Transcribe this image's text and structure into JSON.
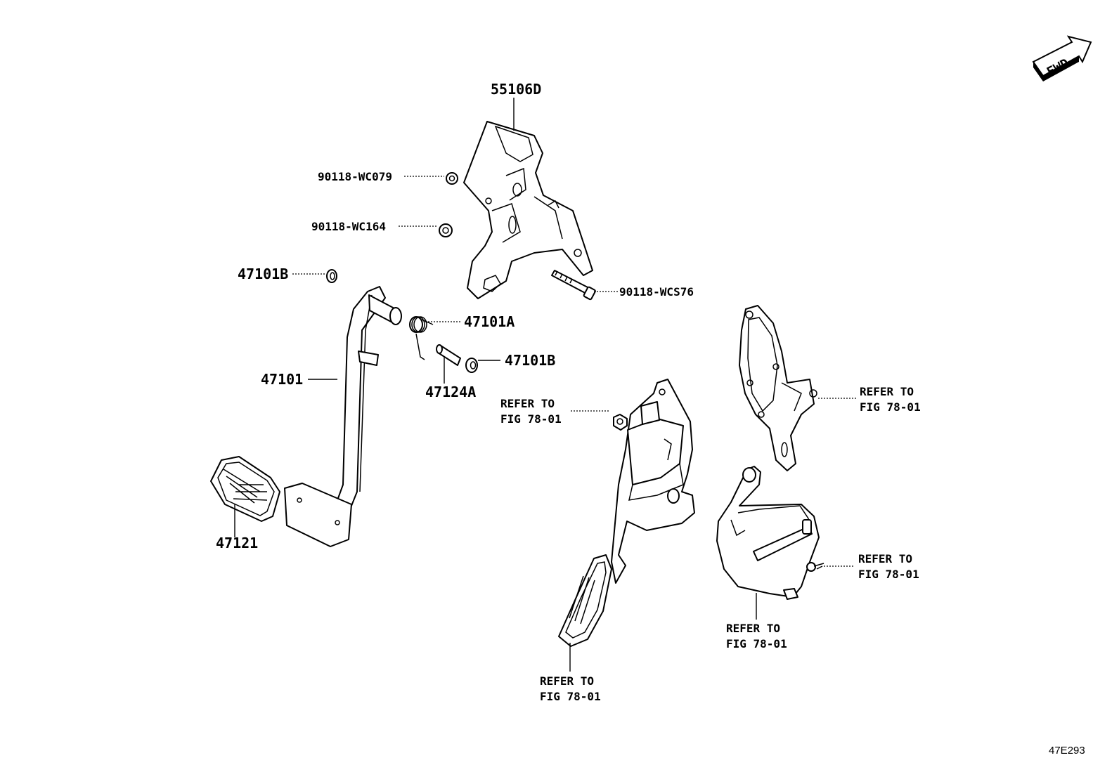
{
  "diagram": {
    "code": "47E293",
    "fwd_label": "FWD",
    "labels": {
      "l55106d": "55106D",
      "l90118_wc079": "90118-WC079",
      "l90118_wc164": "90118-WC164",
      "l47101b_top": "47101B",
      "l90118_wcs76": "90118-WCS76",
      "l47101a": "47101A",
      "l47101b_mid": "47101B",
      "l47101": "47101",
      "l47124a": "47124A",
      "l47121": "47121"
    },
    "refs": [
      {
        "line1": "REFER TO",
        "line2": "FIG 78-01"
      },
      {
        "line1": "REFER TO",
        "line2": "FIG 78-01"
      },
      {
        "line1": "REFER TO",
        "line2": "FIG 78-01"
      },
      {
        "line1": "REFER TO",
        "line2": "FIG 78-01"
      },
      {
        "line1": "REFER TO",
        "line2": "FIG 78-01"
      }
    ]
  }
}
